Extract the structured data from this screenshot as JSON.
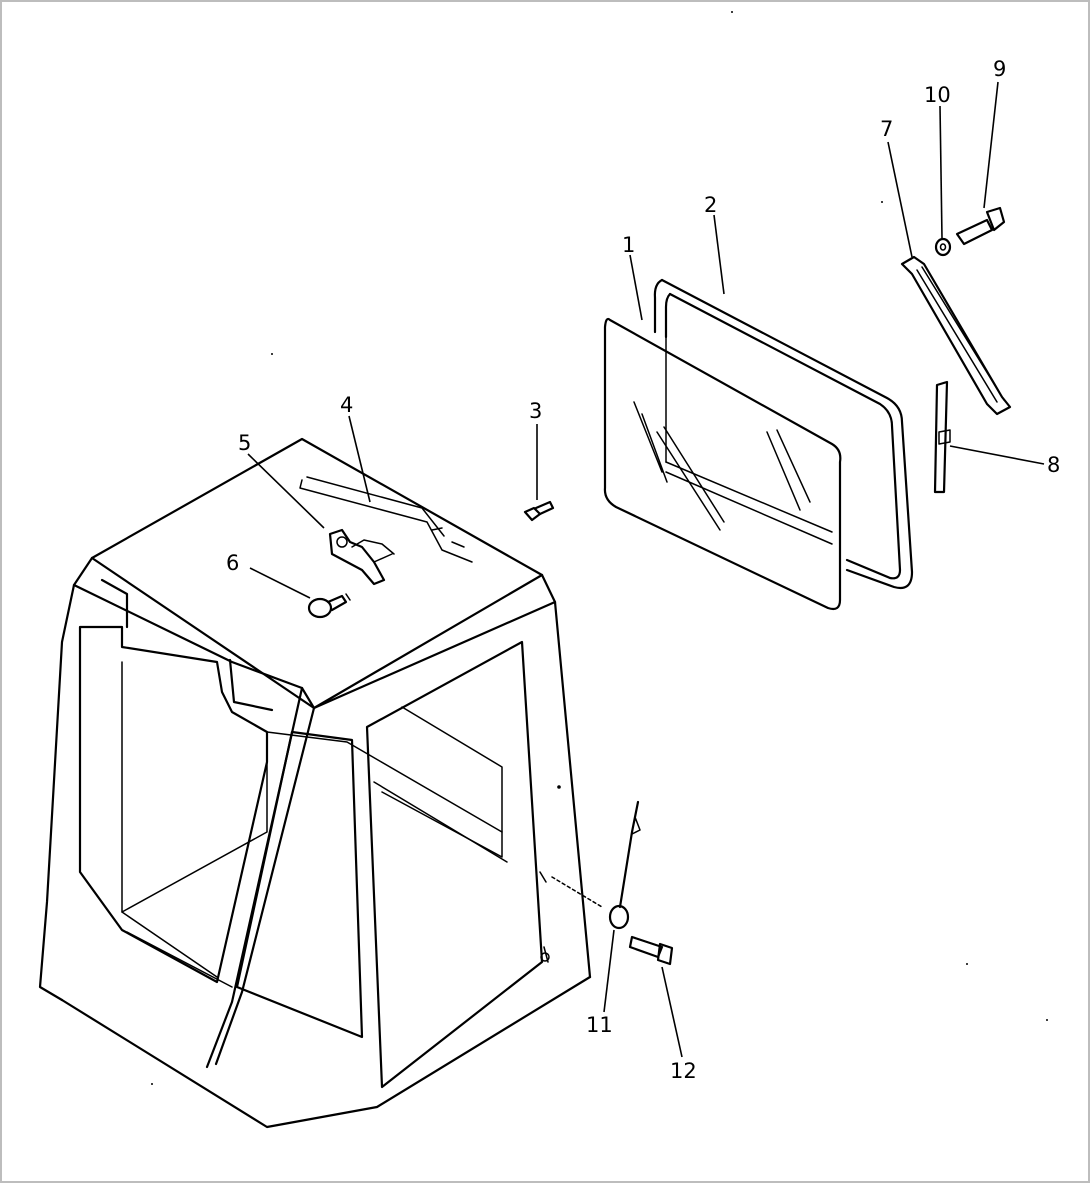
{
  "diagram": {
    "callouts": [
      {
        "id": "1",
        "text": "1"
      },
      {
        "id": "2",
        "text": "2"
      },
      {
        "id": "3",
        "text": "3"
      },
      {
        "id": "4",
        "text": "4"
      },
      {
        "id": "5",
        "text": "5"
      },
      {
        "id": "6",
        "text": "6"
      },
      {
        "id": "7",
        "text": "7"
      },
      {
        "id": "8",
        "text": "8"
      },
      {
        "id": "9",
        "text": "9"
      },
      {
        "id": "10",
        "text": "10"
      },
      {
        "id": "11",
        "text": "11"
      },
      {
        "id": "12",
        "text": "12"
      }
    ],
    "colors": {
      "line": "#000000",
      "background": "#ffffff",
      "border": "#bdbdbd"
    }
  }
}
